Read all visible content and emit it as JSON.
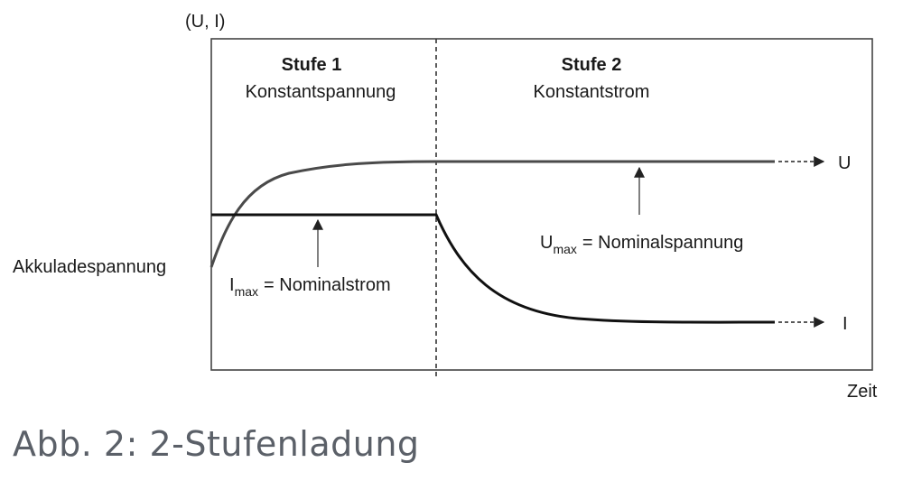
{
  "diagram": {
    "y_axis_label": "(U, I)",
    "x_axis_label": "Zeit",
    "stage1": {
      "title": "Stufe 1",
      "subtitle": "Konstantspannung"
    },
    "stage2": {
      "title": "Stufe 2",
      "subtitle": "Konstantstrom"
    },
    "curve_u_label": "U",
    "curve_i_label": "I",
    "start_label": "Akkuladespannung",
    "imax": {
      "symbol": "I",
      "subscript": "max",
      "text": "= Nominalstrom"
    },
    "umax": {
      "symbol": "U",
      "subscript": "max",
      "text": "= Nominalspannung"
    },
    "colors": {
      "curve": "#333333",
      "frame": "#444444",
      "caption": "#5b6068"
    }
  },
  "caption": "Abb. 2: 2-Stufenladung"
}
